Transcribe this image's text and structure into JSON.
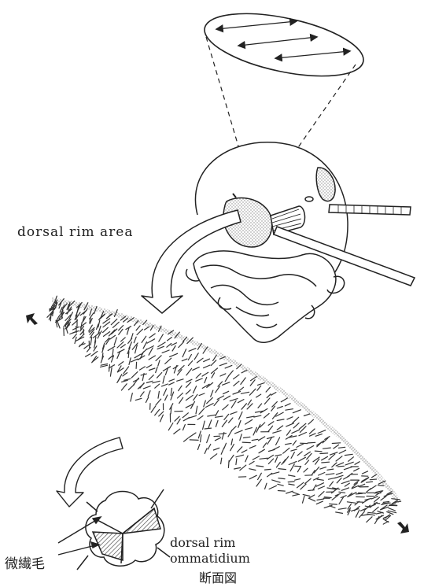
{
  "labels": {
    "dorsal_rim_area": "dorsal rim area",
    "caption_line1": "dorsal rim",
    "caption_line2": "ommatidium",
    "caption_line3": "断面図",
    "microvilli": "微繊毛"
  },
  "colors": {
    "ink": "#222222",
    "stipple": "#9a9a9a",
    "hatch": "#555555",
    "background": "#ffffff"
  },
  "icons": [
    "polarization-ellipse-icon",
    "insect-head-icon",
    "electrode-icon",
    "curved-arrow-icon",
    "arrowhead-marker-icon",
    "ommatidium-cross-section-icon"
  ]
}
